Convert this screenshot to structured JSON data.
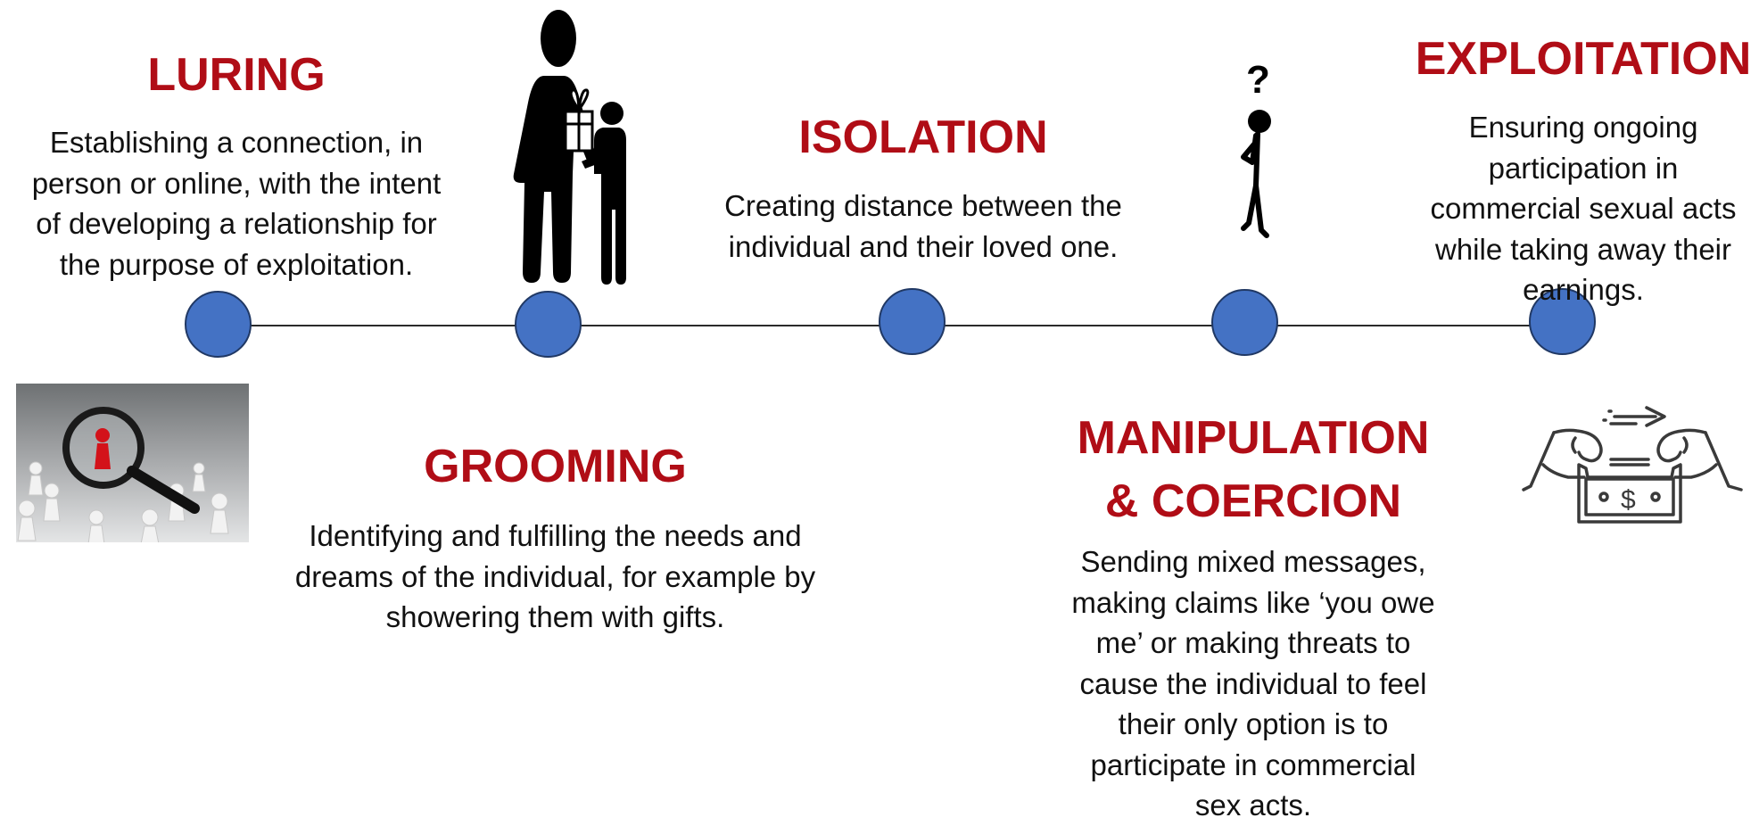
{
  "colors": {
    "title": "#b00d16",
    "node": "#4472c4",
    "node_border": "#203864",
    "text": "#111111",
    "line": "#2b2b2b"
  },
  "stages": {
    "luring": {
      "title": "LURING",
      "description": "Establishing a connection, in\nperson or online, with the intent\nof developing a relationship for\nthe purpose of exploitation.",
      "icon": "magnifying-glass-photo"
    },
    "grooming": {
      "title": "GROOMING",
      "description": "Identifying and fulfilling the needs and\ndreams of the individual, for example by\nshowering them with gifts.",
      "icon": "adult-giving-gift-to-child-icon"
    },
    "isolation": {
      "title": "ISOLATION",
      "description": "Creating distance between the\nindividual and their loved one.",
      "icon": "none"
    },
    "manipulation": {
      "title": "MANIPULATION\n& COERCION",
      "description": "Sending mixed messages,\nmaking claims like ‘you owe\nme’ or making threats to\ncause the individual to feel\ntheir only option is to\nparticipate in commercial\nsex acts.",
      "icon": "thinking-person-question-icon"
    },
    "exploitation": {
      "title": "EXPLOITATION",
      "description": "Ensuring ongoing\nparticipation in\ncommercial sexual acts\nwhile taking away their\nearnings.",
      "icon": "money-handover-icon"
    }
  }
}
